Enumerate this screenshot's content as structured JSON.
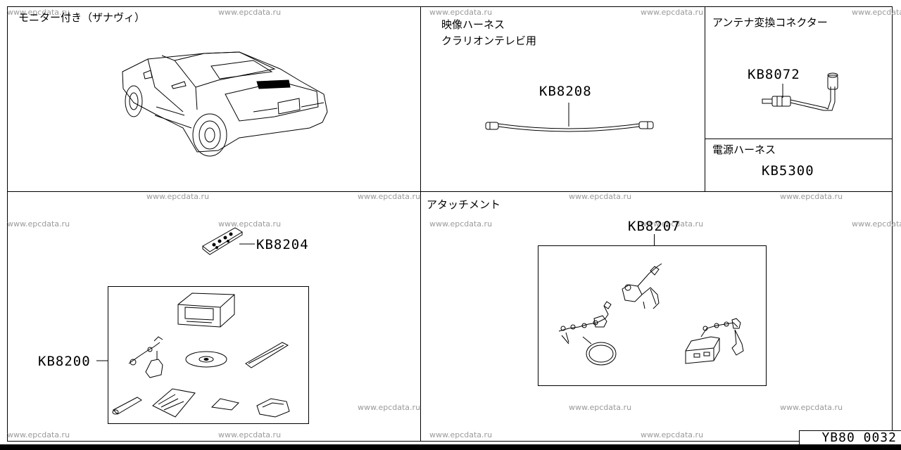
{
  "watermark": "www.epcdata.ru",
  "panels": {
    "monitor": {
      "title": "モニター付き（ザナヴィ）"
    },
    "video_harness": {
      "title_line1": "映像ハーネス",
      "title_line2": "クラリオンテレビ用",
      "part_number": "KB8208"
    },
    "antenna": {
      "title": "アンテナ変換コネクター",
      "part_number": "KB8072"
    },
    "power": {
      "title": "電源ハーネス",
      "part_number": "KB5300"
    },
    "kits": {
      "remote_part_number": "KB8204",
      "kit_part_number": "KB8200"
    },
    "attachment": {
      "title": "アタッチメント",
      "part_number": "KB8207"
    }
  },
  "diagram_code": "YB80 0032"
}
